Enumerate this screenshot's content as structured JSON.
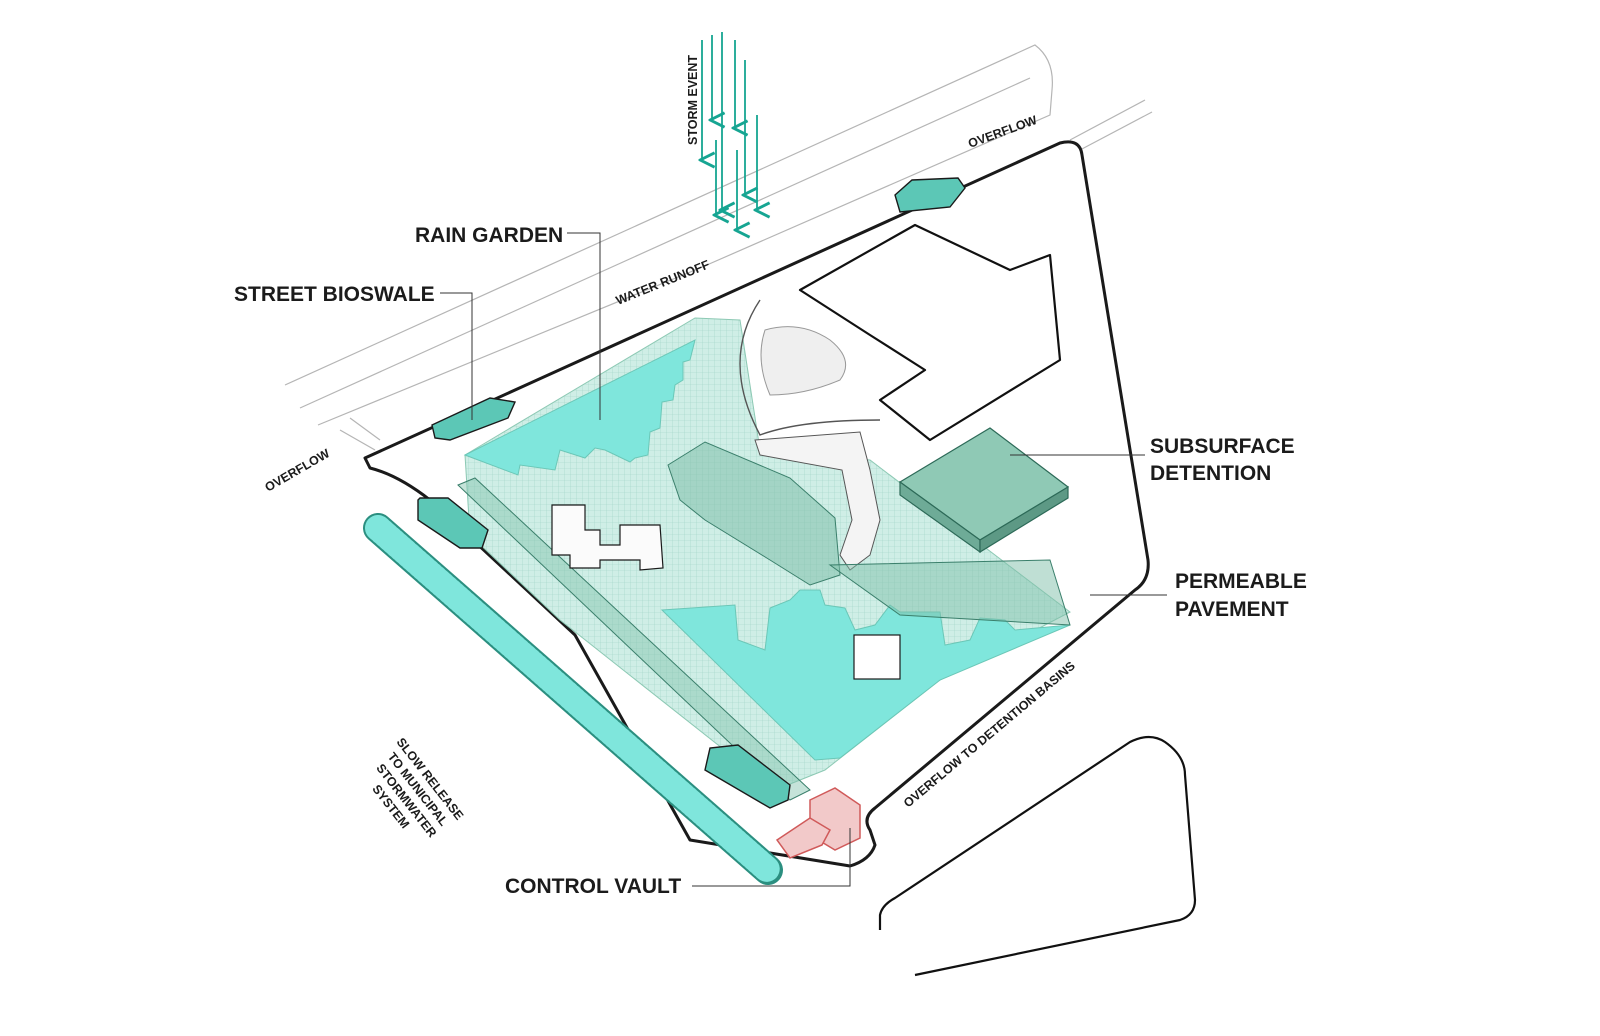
{
  "labels": {
    "storm_event": "STORM EVENT",
    "overflow_top": "OVERFLOW",
    "overflow_left": "OVERFLOW",
    "water_runoff": "WATER RUNOFF",
    "rain_garden": "RAIN GARDEN",
    "street_bioswale": "STREET BIOSWALE",
    "subsurface_detention_line1": "SUBSURFACE",
    "subsurface_detention_line2": "DETENTION",
    "permeable_pavement_line1": "PERMEABLE",
    "permeable_pavement_line2": "PAVEMENT",
    "overflow_to_detention_basins": "OVERFLOW TO DETENTION BASINS",
    "slow_release_line1": "SLOW RELEASE",
    "slow_release_line2": "TO MUNICIPAL",
    "slow_release_line3": "STORMWATER",
    "slow_release_line4": "SYSTEM",
    "control_vault": "CONTROL VAULT"
  },
  "colors": {
    "teal_light": "#7fe6dc",
    "teal_mid": "#5cc7b6",
    "teal_arrows": "#16a592",
    "pavement_green": "#8fc9b5",
    "vault_red": "#e07a7a",
    "ink": "#1b1b1b"
  }
}
